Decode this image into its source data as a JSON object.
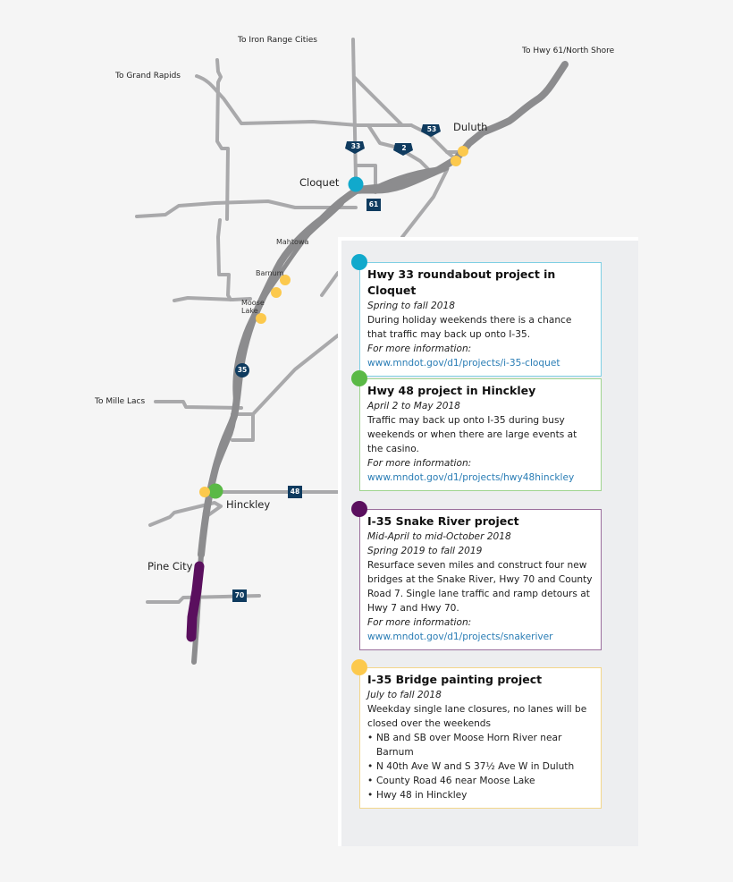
{
  "map": {
    "destinations": {
      "iron_range": "To Iron Range Cities",
      "grand_rapids": "To Grand Rapids",
      "north_shore": "To Hwy 61/North Shore",
      "mille_lacs": "To Mille Lacs"
    },
    "cities": {
      "duluth": "Duluth",
      "cloquet": "Cloquet",
      "mahtowa": "Mahtowa",
      "barnum": "Barnum",
      "moose_lake_1": "Moose",
      "moose_lake_2": "Lake",
      "hinckley": "Hinckley",
      "pine_city": "Pine City"
    },
    "shields": {
      "us33": "33",
      "us2": "2",
      "us53": "53",
      "mn61": "61",
      "i35": "35",
      "mn48": "48",
      "mn70": "70"
    },
    "colors": {
      "road": "#a9a9ab",
      "interstate": "#8c8c8e",
      "shield": "#0f3b5f",
      "cloquet": "#11a9cc",
      "hinckley": "#5ab946",
      "snake_river": "#5a0f5e",
      "painting": "#fcc94d"
    }
  },
  "projects": [
    {
      "title": "Hwy 33 roundabout project in Cloquet",
      "dates": [
        "Spring to fall 2018"
      ],
      "description": "During holiday weekends there is a chance that traffic may back up onto I-35.",
      "more_info_label": "For more information:",
      "link": "www.mndot.gov/d1/projects/i-35-cloquet",
      "color": "#11a9cc",
      "border": "#7fcfe3"
    },
    {
      "title": "Hwy 48 project in Hinckley",
      "dates": [
        "April 2 to May 2018"
      ],
      "description": "Traffic may back up onto I-35 during busy weekends or when there are large events at the casino.",
      "more_info_label": "For more information:",
      "link": "www.mndot.gov/d1/projects/hwy48hinckley",
      "color": "#5ab946",
      "border": "#9fd48f"
    },
    {
      "title": "I-35 Snake River project",
      "dates": [
        "Mid-April to mid-October 2018",
        "Spring 2019 to fall 2019"
      ],
      "description": "Resurface seven miles and construct four new bridges at the Snake River, Hwy 70 and County Road 7. Single lane traffic and ramp detours at Hwy 7 and Hwy 70.",
      "more_info_label": "For more information:",
      "link": "www.mndot.gov/d1/projects/snakeriver",
      "color": "#5a0f5e",
      "border": "#9a6e9c"
    },
    {
      "title": "I-35 Bridge painting project",
      "dates": [
        "July to fall 2018"
      ],
      "description": "Weekday single lane closures, no lanes will be closed over the weekends",
      "bullets": [
        "NB and SB over Moose Horn River near Barnum",
        "N 40th Ave W and S 37½ Ave W in Duluth",
        "County Road 46 near Moose Lake",
        "Hwy 48 in Hinckley"
      ],
      "color": "#fcc94d",
      "border": "#f3d68a"
    }
  ]
}
